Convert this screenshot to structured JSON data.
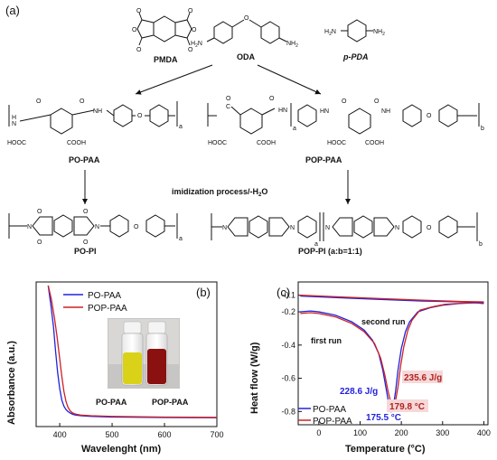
{
  "panel_labels": {
    "a": "(a)",
    "b": "(b)",
    "c": "(c)"
  },
  "scheme": {
    "monomers": {
      "pmda": "PMDA",
      "oda": "ODA",
      "ppda": "p-PDA"
    },
    "polymers": {
      "po_paa": "PO-PAA",
      "pop_paa": "POP-PAA",
      "po_pi": "PO-PI",
      "pop_pi": "POP-PI (a:b=1:1)"
    },
    "process": "imidization process/-H",
    "process_sub": "2",
    "process_tail": "O",
    "atom_labels": {
      "o": "O",
      "nh2": "NH",
      "h": "H",
      "n": "N",
      "c": "C",
      "hooc": "HOOC",
      "cooh": "COOH",
      "nh": "NH",
      "hn": "HN",
      "sub_a": "a",
      "sub_b": "b",
      "sub2": "2"
    }
  },
  "colors": {
    "po": "#2222dd",
    "pop": "#cc2222",
    "po_label_red": "#b22222",
    "vial_yellow": "#d9d218",
    "vial_red": "#8b1010"
  },
  "chart_data": [
    {
      "type": "line",
      "panel": "b",
      "xlabel": "Wavelenght (nm)",
      "ylabel": "Absorbance (a.u.)",
      "xlim": [
        355,
        700
      ],
      "xticks": [
        400,
        500,
        600,
        700
      ],
      "yticks_shown": false,
      "legend": {
        "placement": "top-left"
      },
      "series": [
        {
          "name": "PO-PAA",
          "color": "#2222dd",
          "x": [
            378,
            383,
            388,
            392,
            396,
            400,
            404,
            408,
            412,
            416,
            420,
            425,
            430,
            440,
            460,
            500,
            600,
            700
          ],
          "y": [
            1.0,
            0.86,
            0.7,
            0.52,
            0.36,
            0.24,
            0.155,
            0.11,
            0.085,
            0.07,
            0.06,
            0.05,
            0.045,
            0.04,
            0.035,
            0.03,
            0.027,
            0.025
          ]
        },
        {
          "name": "POP-PAA",
          "color": "#cc2222",
          "x": [
            378,
            384,
            390,
            395,
            400,
            404,
            408,
            412,
            416,
            420,
            425,
            430,
            440,
            460,
            500,
            600,
            700
          ],
          "y": [
            1.0,
            0.9,
            0.76,
            0.62,
            0.46,
            0.33,
            0.22,
            0.145,
            0.1,
            0.075,
            0.06,
            0.052,
            0.045,
            0.04,
            0.035,
            0.03,
            0.028
          ]
        }
      ],
      "inset_labels": {
        "left": "PO-PAA",
        "right": "POP-PAA"
      }
    },
    {
      "type": "line",
      "panel": "c",
      "xlabel": "Temperature (°C)",
      "ylabel": "Heat flow (W/g)",
      "xlim": [
        -50,
        410
      ],
      "ylim": [
        -0.88,
        -0.02
      ],
      "xticks": [
        0,
        100,
        200,
        300,
        400
      ],
      "yticks": [
        -0.1,
        -0.2,
        -0.4,
        -0.6,
        -0.8
      ],
      "legend": {
        "placement": "bottom-left"
      },
      "series": [
        {
          "name": "PO-PAA",
          "color": "#2222dd",
          "x": [
            -45,
            -20,
            0,
            40,
            80,
            110,
            130,
            145,
            155,
            163,
            170,
            175.5,
            180,
            186,
            192,
            200,
            210,
            220,
            240,
            270,
            300,
            340,
            380,
            400
          ],
          "y": [
            -0.2,
            -0.195,
            -0.2,
            -0.22,
            -0.26,
            -0.31,
            -0.37,
            -0.45,
            -0.55,
            -0.66,
            -0.76,
            -0.8,
            -0.78,
            -0.68,
            -0.55,
            -0.42,
            -0.32,
            -0.26,
            -0.2,
            -0.175,
            -0.16,
            -0.15,
            -0.145,
            -0.15
          ]
        },
        {
          "name": "POP-PAA",
          "color": "#cc2222",
          "x": [
            -45,
            -20,
            0,
            40,
            80,
            110,
            135,
            150,
            160,
            168,
            175,
            179.8,
            185,
            192,
            198,
            206,
            216,
            226,
            245,
            275,
            305,
            345,
            380,
            400
          ],
          "y": [
            -0.21,
            -0.205,
            -0.21,
            -0.23,
            -0.27,
            -0.32,
            -0.39,
            -0.48,
            -0.58,
            -0.68,
            -0.75,
            -0.77,
            -0.75,
            -0.65,
            -0.53,
            -0.41,
            -0.31,
            -0.25,
            -0.19,
            -0.17,
            -0.155,
            -0.148,
            -0.145,
            -0.15
          ]
        },
        {
          "name": "second run PO-PAA",
          "color": "#2222dd",
          "x": [
            -45,
            50,
            150,
            250,
            350,
            400
          ],
          "y": [
            -0.105,
            -0.115,
            -0.125,
            -0.135,
            -0.14,
            -0.145
          ]
        },
        {
          "name": "second run POP-PAA",
          "color": "#cc2222",
          "x": [
            -45,
            50,
            150,
            250,
            350,
            400
          ],
          "y": [
            -0.1,
            -0.11,
            -0.12,
            -0.13,
            -0.138,
            -0.14
          ]
        }
      ],
      "annotations": {
        "second_run": "second run",
        "first_run": "first run",
        "po_enthalpy": "228.6 J/g",
        "pop_enthalpy": "235.6 J/g",
        "po_peak": "175.5 °C",
        "pop_peak": "179.8 °C"
      }
    }
  ]
}
